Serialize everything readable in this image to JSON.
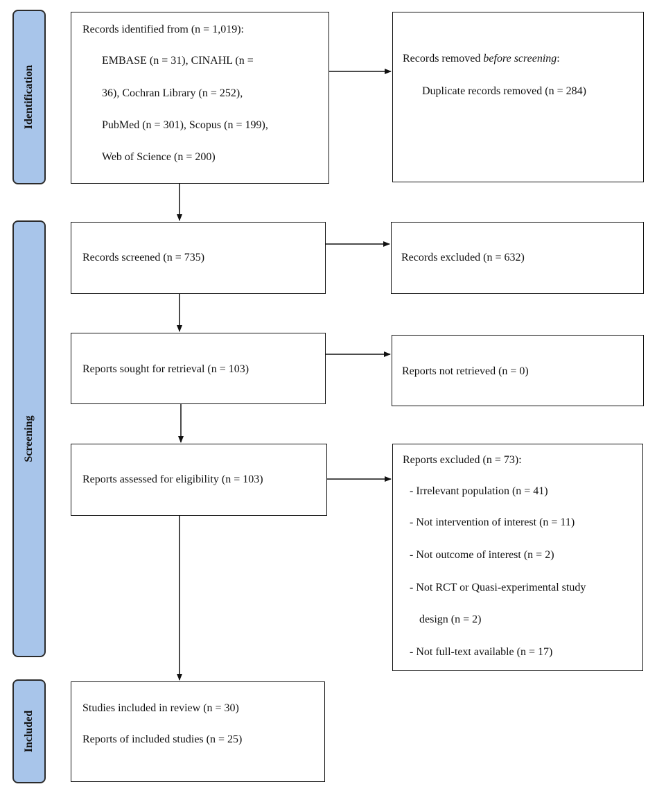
{
  "phases": {
    "identification": "Identification",
    "screening": "Screening",
    "included": "Included"
  },
  "identification_box": {
    "heading": "Records identified from (n = 1,019):",
    "sources": [
      "EMBASE (n = 31), CINAHL (n =",
      "36), Cochran Library (n = 252),",
      "PubMed (n = 301), Scopus (n = 199),",
      "Web of Science (n = 200)"
    ]
  },
  "removed_box": {
    "heading_prefix": "Records removed ",
    "heading_emphasis": "before screening",
    "heading_suffix": ":",
    "detail": "Duplicate records removed (n = 284)"
  },
  "screened_box": {
    "text": "Records screened (n = 735)"
  },
  "excluded_box": {
    "text": "Records excluded (n = 632)"
  },
  "sought_box": {
    "text": "Reports sought for retrieval (n = 103)"
  },
  "not_retrieved_box": {
    "text": "Reports not retrieved (n = 0)"
  },
  "eligibility_box": {
    "text": "Reports assessed for eligibility  (n = 103)"
  },
  "reports_excluded_box": {
    "heading": "Reports excluded (n = 73):",
    "items": [
      "- Irrelevant population (n = 41)",
      "- Not intervention of interest (n = 11)",
      "- Not outcome of interest (n = 2)",
      "- Not RCT or Quasi-experimental study",
      "design (n = 2)",
      "- Not full-text available (n = 17)"
    ]
  },
  "included_box": {
    "studies": "Studies included in review (n = 30)",
    "reports": "Reports of included studies (n = 25)"
  },
  "colors": {
    "phase_fill": "#a8c5ea",
    "line": "#111111"
  }
}
